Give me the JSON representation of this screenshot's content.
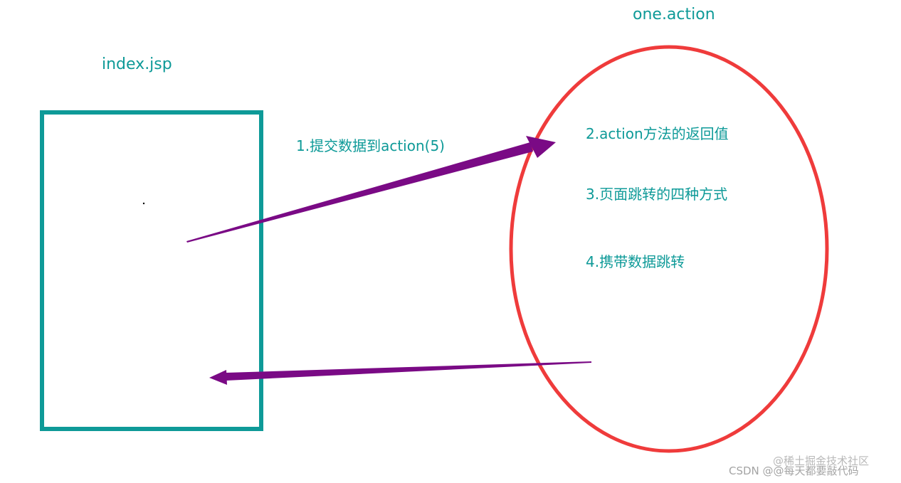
{
  "colors": {
    "box_border": "#0e9a98",
    "ellipse_border": "#ef3b3b",
    "arrow": "#7a0a85",
    "label_text": "#0e9a98"
  },
  "left_box": {
    "title": "index.jsp"
  },
  "right_ellipse": {
    "title": "one.action",
    "items": [
      "2.action方法的返回值",
      "3.页面跳转的四种方式",
      "4.携带数据跳转"
    ]
  },
  "arrows": {
    "request_label": "1.提交数据到action(5)"
  },
  "watermarks": {
    "juejin": "@稀土掘金技术社区",
    "csdn": "CSDN @@每天都要敲代码"
  }
}
